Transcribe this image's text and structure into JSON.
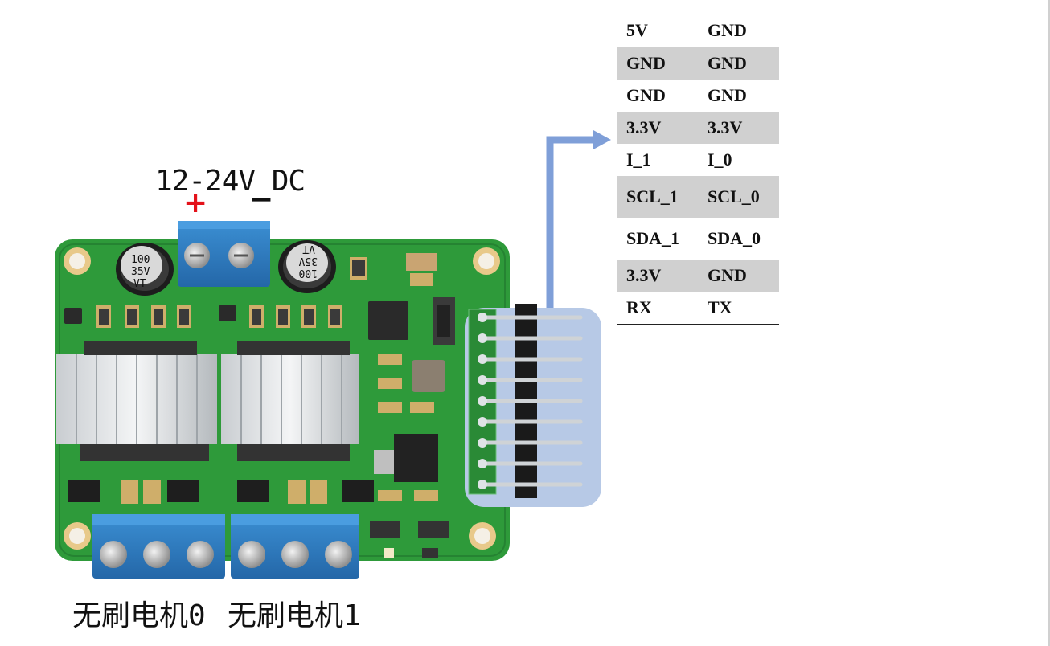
{
  "power": {
    "label": "12-24V DC",
    "plus": "+",
    "minus": "−"
  },
  "motors": [
    {
      "label": "无刷电机0"
    },
    {
      "label": "无刷电机1"
    }
  ],
  "capacitor_markings": {
    "left": [
      "100",
      "35V",
      "VT"
    ],
    "right": [
      "100",
      "35V",
      "VT"
    ]
  },
  "pin_header": {
    "rows": [
      {
        "left": "5V",
        "right": "GND",
        "shaded": false
      },
      {
        "left": "GND",
        "right": "GND",
        "shaded": true
      },
      {
        "left": "GND",
        "right": "GND",
        "shaded": false
      },
      {
        "left": "3.3V",
        "right": "3.3V",
        "shaded": true
      },
      {
        "left": "I_1",
        "right": "I_0",
        "shaded": false
      },
      {
        "left": "SCL_1",
        "right": "SCL_0",
        "shaded": true
      },
      {
        "left": "SDA_1",
        "right": "SDA_0",
        "shaded": false
      },
      {
        "left": "3.3V",
        "right": "GND",
        "shaded": true
      },
      {
        "left": "RX",
        "right": "TX",
        "shaded": false
      }
    ]
  },
  "colors": {
    "pcb": "#2e9a3a",
    "pcb_dark": "#1f7a2a",
    "terminal_blue": "#2f7fc2",
    "callout": "#7f9fd8",
    "header_highlight": "#b7c9e6",
    "plus_red": "#e4121a",
    "table_shade": "#d0d0d0"
  }
}
